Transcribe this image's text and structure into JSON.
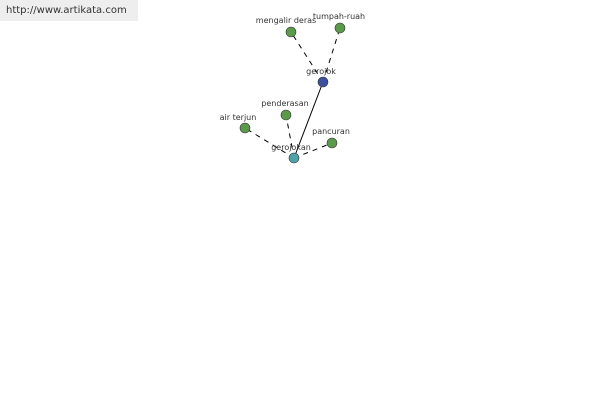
{
  "watermark": "http://www.artikata.com",
  "colors": {
    "green_node": "#5a9a4a",
    "blue_node": "#3e4fa0",
    "teal_node": "#4ea3a7",
    "edge": "#000000"
  },
  "nodes": [
    {
      "id": "gerojokan",
      "label": "gerojokan"
    },
    {
      "id": "gerojok",
      "label": "gerojok"
    },
    {
      "id": "mengalir-deras",
      "label": "mengalir deras"
    },
    {
      "id": "tumpah-ruah",
      "label": "tumpah-ruah"
    },
    {
      "id": "penderasan",
      "label": "penderasan"
    },
    {
      "id": "air-terjun",
      "label": "air terjun"
    },
    {
      "id": "pancuran",
      "label": "pancuran"
    }
  ],
  "edges": [
    {
      "from": "gerojokan",
      "to": "gerojok",
      "style": "solid"
    },
    {
      "from": "gerojok",
      "to": "mengalir-deras",
      "style": "dashed"
    },
    {
      "from": "gerojok",
      "to": "tumpah-ruah",
      "style": "dashed"
    },
    {
      "from": "gerojokan",
      "to": "penderasan",
      "style": "dashed"
    },
    {
      "from": "gerojokan",
      "to": "air-terjun",
      "style": "dashed"
    },
    {
      "from": "gerojokan",
      "to": "pancuran",
      "style": "dashed"
    }
  ]
}
